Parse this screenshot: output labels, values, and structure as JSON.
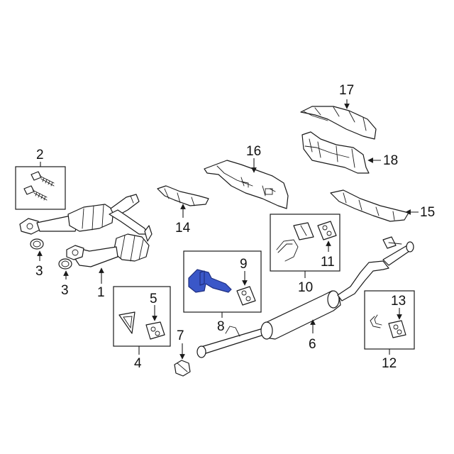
{
  "callouts": {
    "c1": "1",
    "c2": "2",
    "c3a": "3",
    "c3b": "3",
    "c4": "4",
    "c5": "5",
    "c6": "6",
    "c7": "7",
    "c8": "8",
    "c9": "9",
    "c10": "10",
    "c11": "11",
    "c12": "12",
    "c13": "13",
    "c14": "14",
    "c15": "15",
    "c16": "16",
    "c17": "17",
    "c18": "18"
  },
  "colors": {
    "highlight": "#3a57c8",
    "line": "#1a1a1a",
    "background": "#ffffff"
  }
}
